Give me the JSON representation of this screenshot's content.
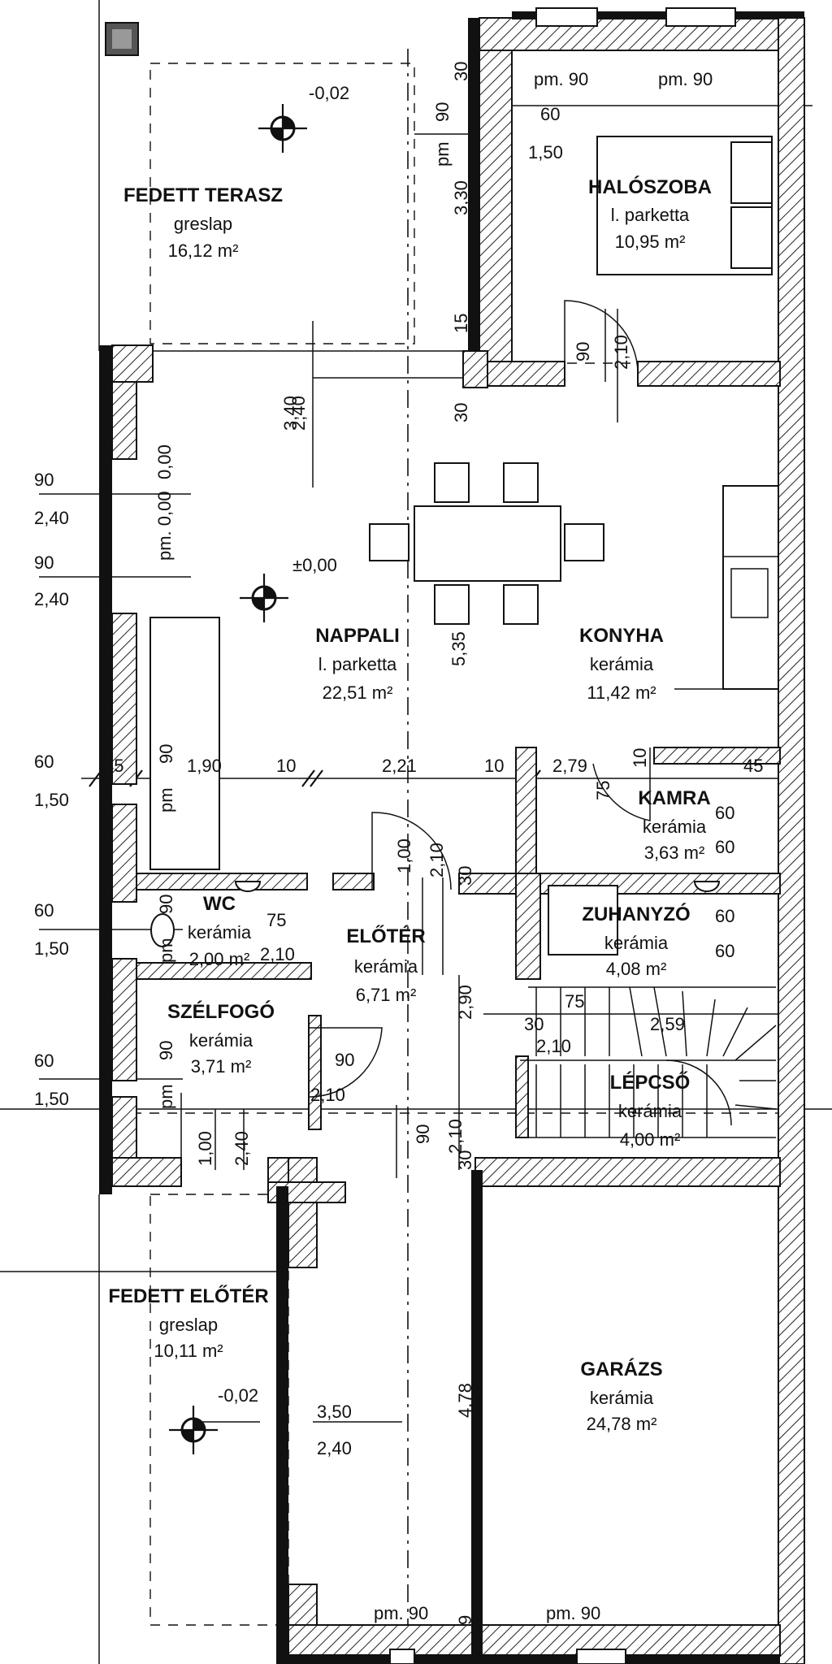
{
  "rooms": {
    "terrace": {
      "name": "FEDETT TERASZ",
      "material": "greslap",
      "area": "16,12 m²",
      "level": "-0,02"
    },
    "bedroom": {
      "name": "HALÓSZOBA",
      "material": "l. parketta",
      "area": "10,95 m²"
    },
    "living": {
      "name": "NAPPALI",
      "material": "l. parketta",
      "area": "22,51 m²",
      "level": "±0,00"
    },
    "kitchen": {
      "name": "KONYHA",
      "material": "kerámia",
      "area": "11,42 m²"
    },
    "pantry": {
      "name": "KAMRA",
      "material": "kerámia",
      "area": "3,63 m²"
    },
    "wc": {
      "name": "WC",
      "material": "kerámia",
      "area": "2,00 m²"
    },
    "hall": {
      "name": "ELŐTÉR",
      "material": "kerámia",
      "area": "6,71 m²"
    },
    "shower": {
      "name": "ZUHANYZÓ",
      "material": "kerámia",
      "area": "4,08 m²"
    },
    "vestibule": {
      "name": "SZÉLFOGÓ",
      "material": "kerámia",
      "area": "3,71 m²"
    },
    "stairs": {
      "name": "LÉPCSŐ",
      "material": "kerámia",
      "area": "4,00 m²"
    },
    "entrance": {
      "name": "FEDETT ELŐTÉR",
      "material": "greslap",
      "area": "10,11 m²",
      "level": "-0,02"
    },
    "garage": {
      "name": "GARÁZS",
      "material": "kerámia",
      "area": "24,78 m²"
    }
  },
  "dims": {
    "pm90": "pm. 90",
    "pm": "pm",
    "pm00": "pm. 0,00",
    "n90": "90",
    "n60": "60",
    "n150": "1,50",
    "n240": "2,40",
    "n210": "2,10",
    "n100": "1,00",
    "n30": "30",
    "n330": "3,30",
    "n15": "15",
    "n340": "3,40",
    "n45": "45",
    "n190": "1,90",
    "n10": "10",
    "n221": "2,21",
    "n279": "2,79",
    "n75": "75",
    "n535": "5,35",
    "n290": "2,90",
    "n259": "2,59",
    "n478": "4,78",
    "n350": "3,50",
    "n9": "9",
    "n000": "0,00"
  }
}
